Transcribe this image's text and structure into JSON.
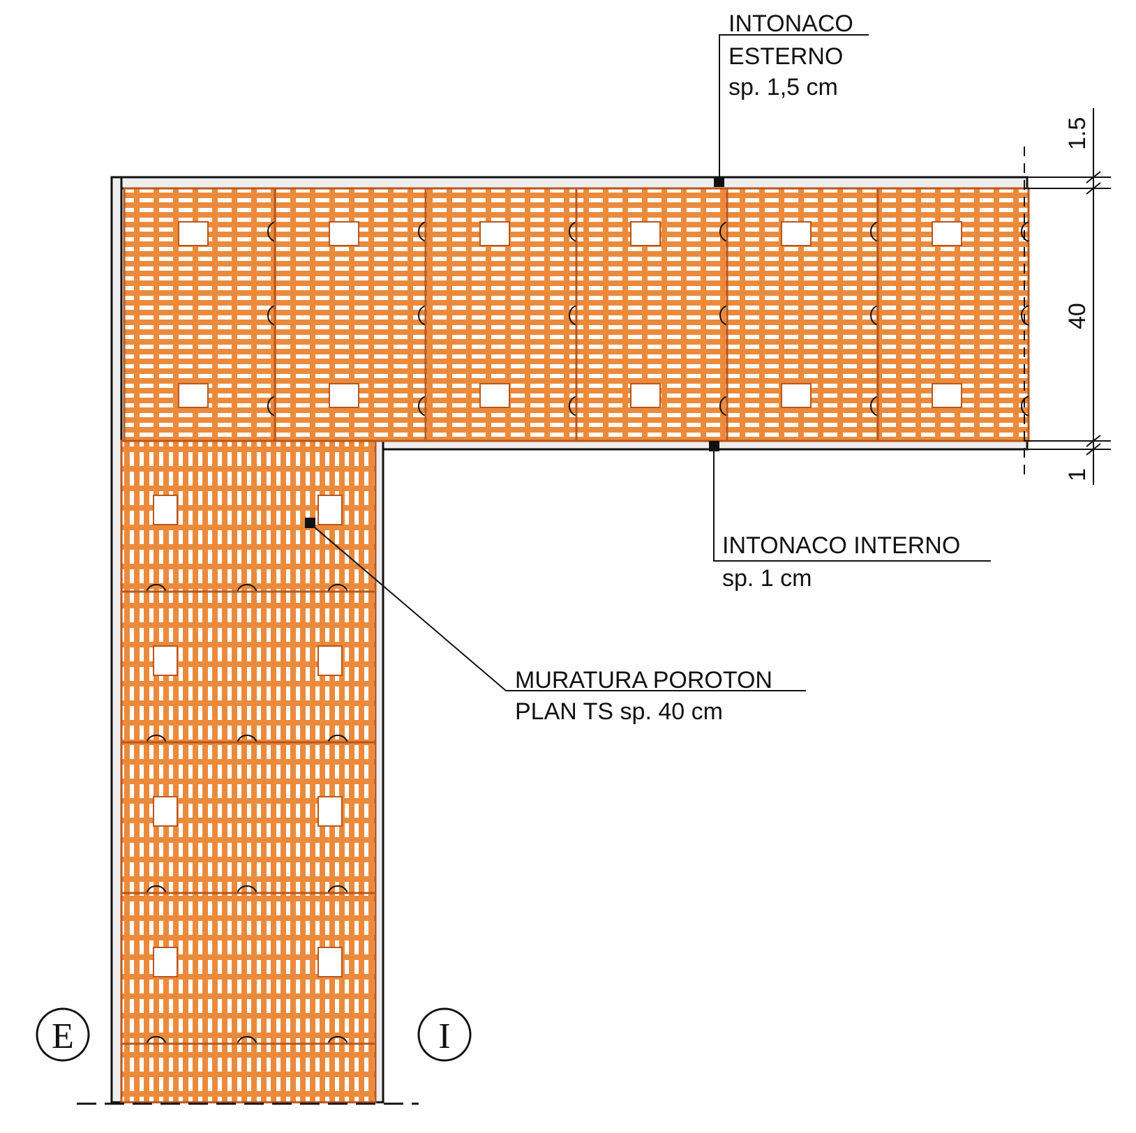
{
  "colors": {
    "brick": "#ec8a3c",
    "brick_outline": "#b9561c",
    "plaster": "#eeeeee",
    "line": "#111111"
  },
  "labels": {
    "external_plaster": {
      "line1": "INTONACO",
      "line2": "ESTERNO",
      "line3": "sp. 1,5 cm"
    },
    "internal_plaster": {
      "line1": "INTONACO INTERNO",
      "line2": "sp. 1 cm"
    },
    "masonry": {
      "line1": "MURATURA POROTON",
      "line2": "PLAN TS sp. 40 cm"
    }
  },
  "dimensions": {
    "external": "1.5",
    "wall": "40",
    "internal": "1"
  },
  "symbols": {
    "exterior": "E",
    "interior": "I"
  }
}
